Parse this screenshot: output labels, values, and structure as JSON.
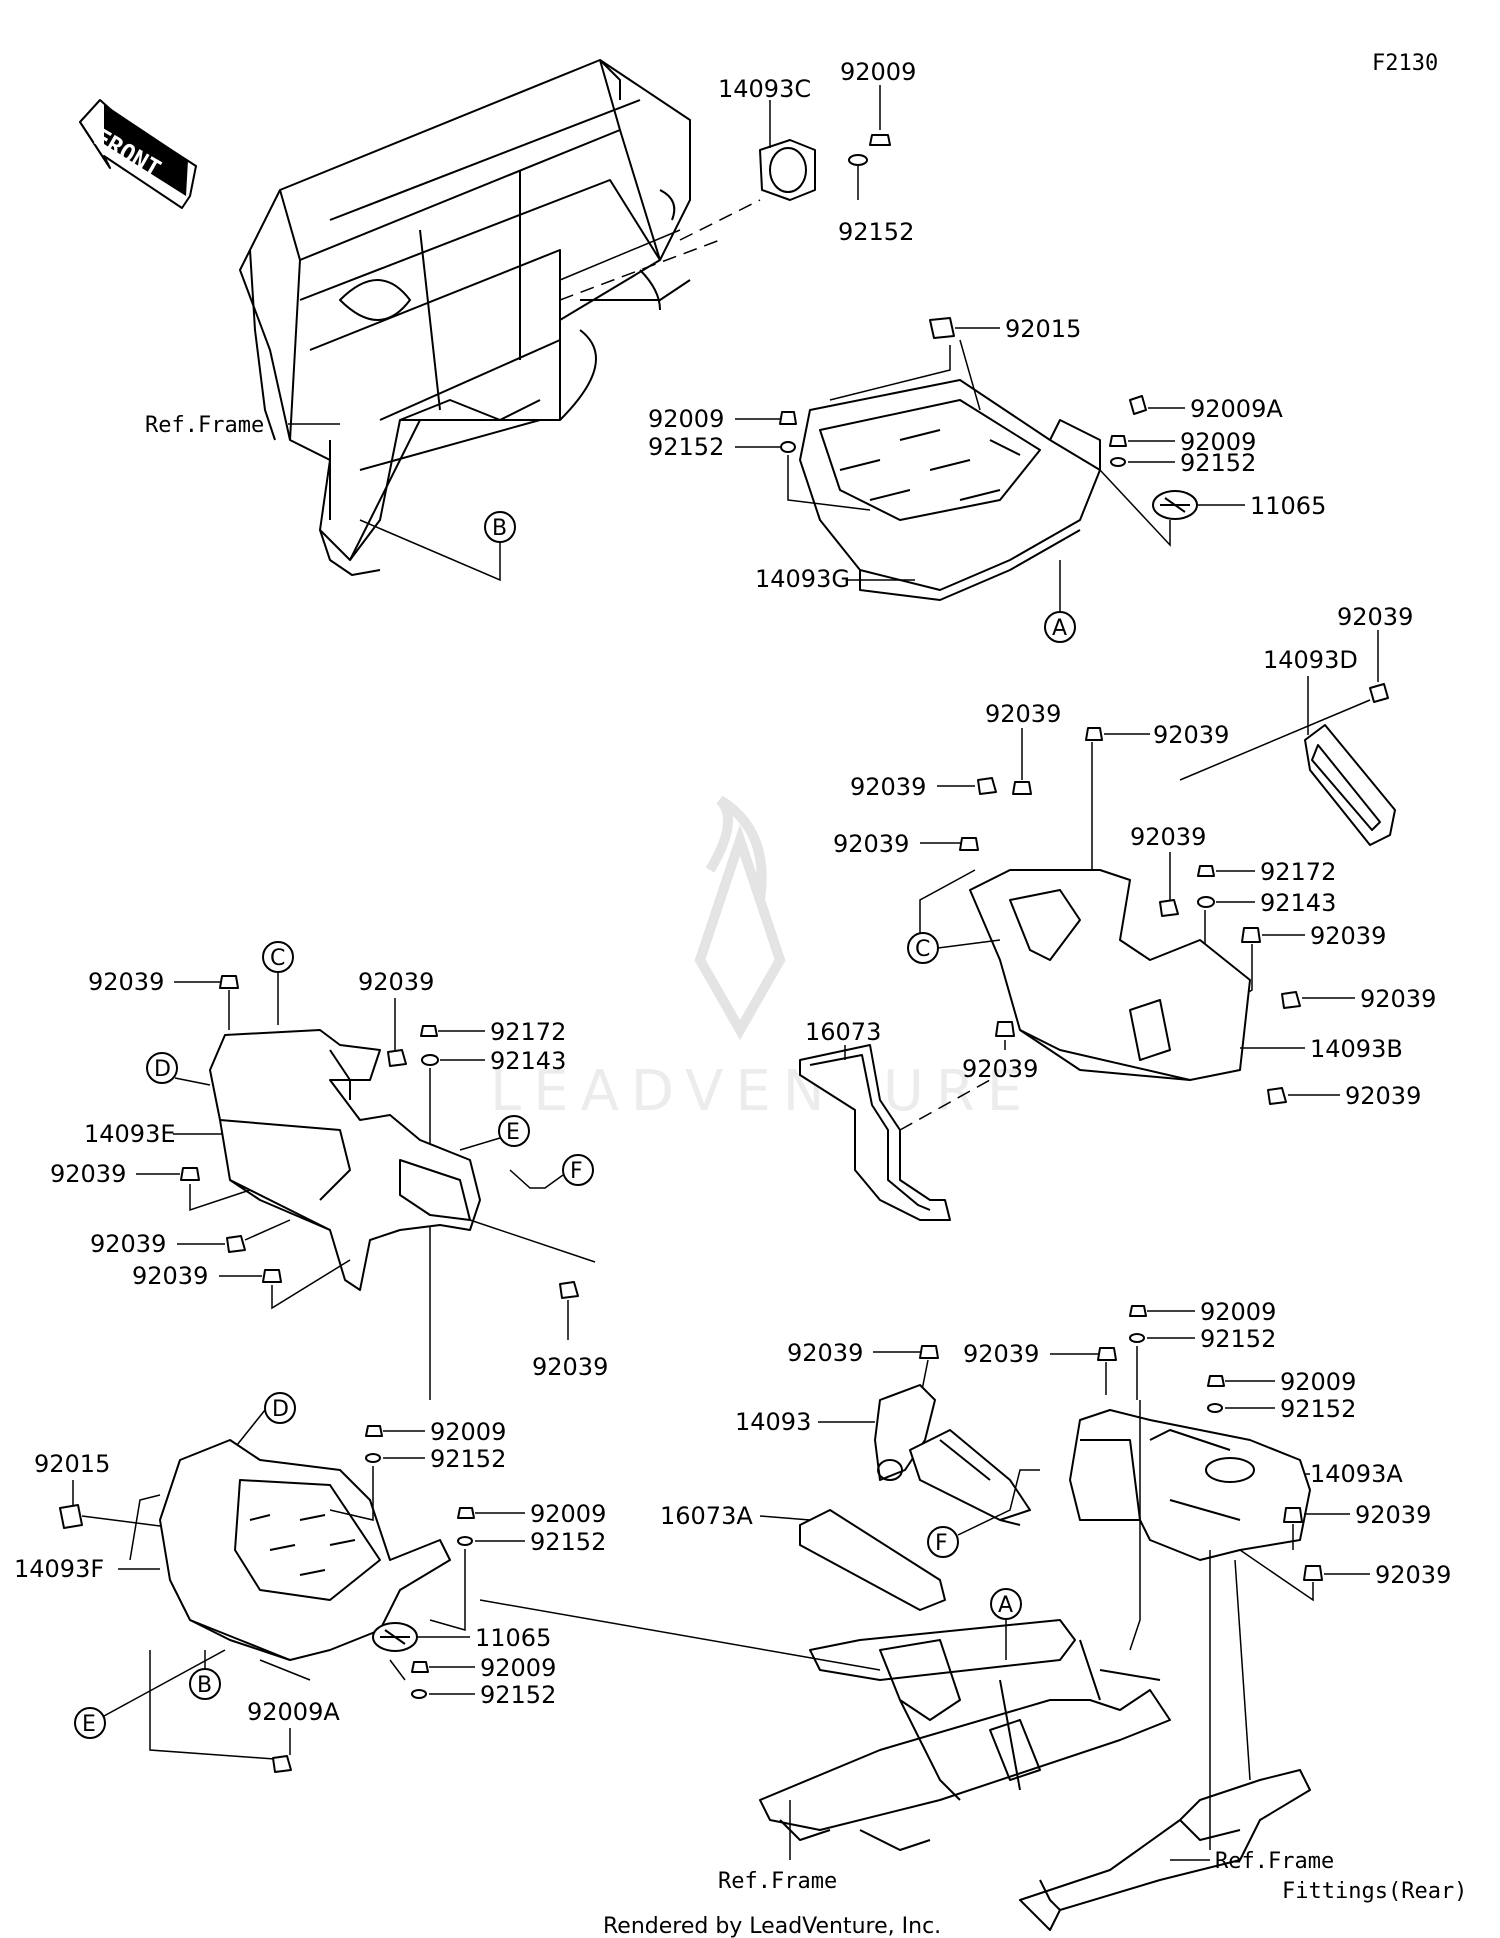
{
  "diagram_code": "F2130",
  "front_arrow_label": "FRONT",
  "watermark_text": "LEADVENTURE",
  "footer": "Rendered by LeadVenture, Inc.",
  "refs": {
    "frame_top": "Ref.Frame",
    "frame_bottom": "Ref.Frame",
    "frame_fittings_line1": "Ref.Frame",
    "frame_fittings_line2": "Fittings(Rear)"
  },
  "letters": {
    "A_top": "A",
    "B_top": "B",
    "C_right": "C",
    "C_left": "C",
    "D_left": "D",
    "E_mid": "E",
    "F_mid": "F",
    "D_bottom": "D",
    "E_bottom": "E",
    "B_bottom": "B",
    "F_bottom": "F",
    "A_bottom": "A"
  },
  "parts": {
    "p14093C": "14093C",
    "p92009_a": "92009",
    "p92152_a": "92152",
    "p92015_a": "92015",
    "p92009_b": "92009",
    "p92009A_a": "92009A",
    "p92152_b": "92152",
    "p92009_c": "92009",
    "p92152_c": "92152",
    "p11065_a": "11065",
    "p14093G": "14093G",
    "p92039_r1": "92039",
    "p14093D": "14093D",
    "p92039_r2": "92039",
    "p92039_r3": "92039",
    "p92039_r4": "92039",
    "p92039_r5": "92039",
    "p92039_r6": "92039",
    "p92172_r": "92172",
    "p92143_r": "92143",
    "p92039_r7": "92039",
    "p92039_r8": "92039",
    "p16073": "16073",
    "p14093B": "14093B",
    "p92039_r9": "92039",
    "p92039_r10": "92039",
    "p92039_l1": "92039",
    "p92039_l2": "92039",
    "p92172_l": "92172",
    "p92143_l": "92143",
    "p14093E": "14093E",
    "p92039_l3": "92039",
    "p92039_l4": "92039",
    "p92039_l5": "92039",
    "p92039_l6": "92039",
    "p92009_d": "92009",
    "p92152_d": "92152",
    "p92009_e": "92009",
    "p92152_e": "92152",
    "p92015_b": "92015",
    "p14093F": "14093F",
    "p11065_b": "11065",
    "p92009_f": "92009",
    "p92152_f": "92152",
    "p92009A_b": "92009A",
    "p92039_c1": "92039",
    "p92039_c2": "92039",
    "p14093": "14093",
    "p92009_g": "92009",
    "p92152_g": "92152",
    "p92009_h": "92009",
    "p92152_h": "92152",
    "p14093A": "14093A",
    "p92039_c3": "92039",
    "p92039_c4": "92039",
    "p16073A": "16073A"
  }
}
